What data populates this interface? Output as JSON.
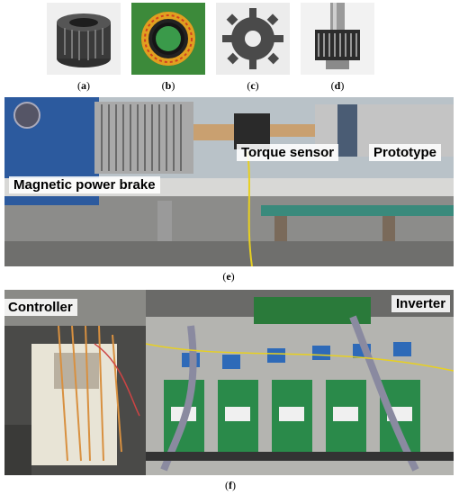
{
  "panels": {
    "a": {
      "label": "a"
    },
    "b": {
      "label": "b"
    },
    "c": {
      "label": "c"
    },
    "d": {
      "label": "d"
    },
    "e": {
      "label": "e"
    },
    "f": {
      "label": "f"
    }
  },
  "callouts": {
    "torque_sensor": "Torque sensor",
    "prototype": "Prototype",
    "magnetic_power_brake": "Magnetic power brake",
    "controller": "Controller",
    "inverter": "Inverter"
  }
}
